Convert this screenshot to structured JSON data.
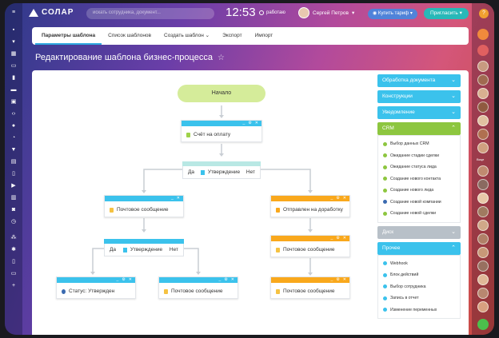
{
  "header": {
    "logo_text": "СОЛАР",
    "search_placeholder": "искать сотрудника, документ...",
    "clock": "12:53",
    "status": "работаю",
    "user_name": "Сергей Петров",
    "buy_tariff": "Купить тариф",
    "invite": "Пригласить"
  },
  "tabs": [
    {
      "label": "Параметры шаблона"
    },
    {
      "label": "Список шаблонов"
    },
    {
      "label": "Создать шаблон"
    },
    {
      "label": "Экспорт"
    },
    {
      "label": "Импорт"
    }
  ],
  "page_title": "Редактирование шаблона бизнес-процесса",
  "flow": {
    "start": "Начало",
    "invoice": "Счёт на оплату",
    "cond1": {
      "yes": "Да",
      "label": "Утверждение",
      "no": "Нет"
    },
    "mail_left": "Почтовое сообщение",
    "rework": "Отправлен на доработку",
    "cond2": {
      "yes": "Да",
      "label": "Утверждение",
      "no": "Нет"
    },
    "mail_right_1": "Почтовое сообщение",
    "status_approved": "Статус: Утвержден",
    "mail_bottom_mid": "Почтовое сообщение",
    "mail_right_2": "Почтовое сообщение"
  },
  "panel": {
    "sections": [
      {
        "label": "Обработка документа",
        "color": "#3bc2ec"
      },
      {
        "label": "Конструкции",
        "color": "#3bc2ec"
      },
      {
        "label": "Уведомление",
        "color": "#3bc2ec"
      },
      {
        "label": "CRM",
        "color": "#8dc63f"
      }
    ],
    "crm_items": [
      {
        "label": "Выбор данных CRM",
        "color": "#8dc63f"
      },
      {
        "label": "Ожидание стадии сделки",
        "color": "#8dc63f"
      },
      {
        "label": "Ожидание статуса лида",
        "color": "#8dc63f"
      },
      {
        "label": "Создание нового контакта",
        "color": "#8dc63f"
      },
      {
        "label": "Создание нового лида",
        "color": "#8dc63f"
      },
      {
        "label": "Создание новой компании",
        "color": "#3a6ab0"
      },
      {
        "label": "Создание новой сделки",
        "color": "#8dc63f"
      }
    ],
    "disk": "Диск",
    "other": "Прочее",
    "other_items": [
      {
        "label": "Webhook",
        "color": "#3bc2ec"
      },
      {
        "label": "Блок действий",
        "color": "#3bc2ec"
      },
      {
        "label": "Выбор сотрудника",
        "color": "#3bc2ec"
      },
      {
        "label": "Запись в отчет",
        "color": "#3bc2ec"
      },
      {
        "label": "Изменение переменных",
        "color": "#3bc2ec"
      }
    ]
  },
  "right_rail_label": "Вице"
}
